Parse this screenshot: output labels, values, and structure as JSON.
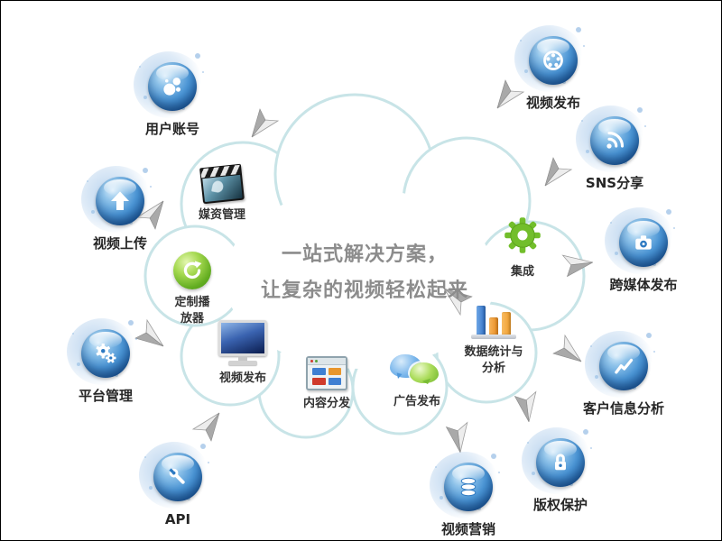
{
  "center_text": {
    "line1": "一站式解决方案，",
    "line2": "让复杂的视频轻松起来"
  },
  "outer_nodes": [
    {
      "label": "用户账号",
      "icon": "bubbles-icon"
    },
    {
      "label": "视频上传",
      "icon": "upload-arrow-icon"
    },
    {
      "label": "平台管理",
      "icon": "gears-icon"
    },
    {
      "label": "API",
      "icon": "wrench-icon"
    },
    {
      "label": "视频发布",
      "icon": "film-reel-icon"
    },
    {
      "label": "SNS分享",
      "icon": "rss-icon"
    },
    {
      "label": "跨媒体发布",
      "icon": "camera-icon"
    },
    {
      "label": "客户信息分析",
      "icon": "trend-chart-icon"
    },
    {
      "label": "版权保护",
      "icon": "padlock-icon"
    },
    {
      "label": "视频营销",
      "icon": "database-icon"
    }
  ],
  "inner_nodes": [
    {
      "label": "媒资管理",
      "icon": "clapperboard-icon"
    },
    {
      "label_line1": "定制播",
      "label_line2": "放器",
      "icon": "refresh-arrow-icon"
    },
    {
      "label": "视频发布",
      "icon": "monitor-icon"
    },
    {
      "label": "内容分发",
      "icon": "window-blocks-icon"
    },
    {
      "label": "广告发布",
      "icon": "chat-bubbles-icon"
    },
    {
      "label_line1": "数据统计与",
      "label_line2": "分析",
      "icon": "bar-chart-icon"
    },
    {
      "label": "集成",
      "icon": "gear-icon"
    }
  ],
  "colors": {
    "sphere_blue": "#2e7ac2",
    "accent_green": "#74be2b",
    "cloud_stroke": "#c8e4e7",
    "center_text": "#8c8c8c",
    "label_text": "#262626",
    "arrow_gray": "#a9a9a9"
  }
}
